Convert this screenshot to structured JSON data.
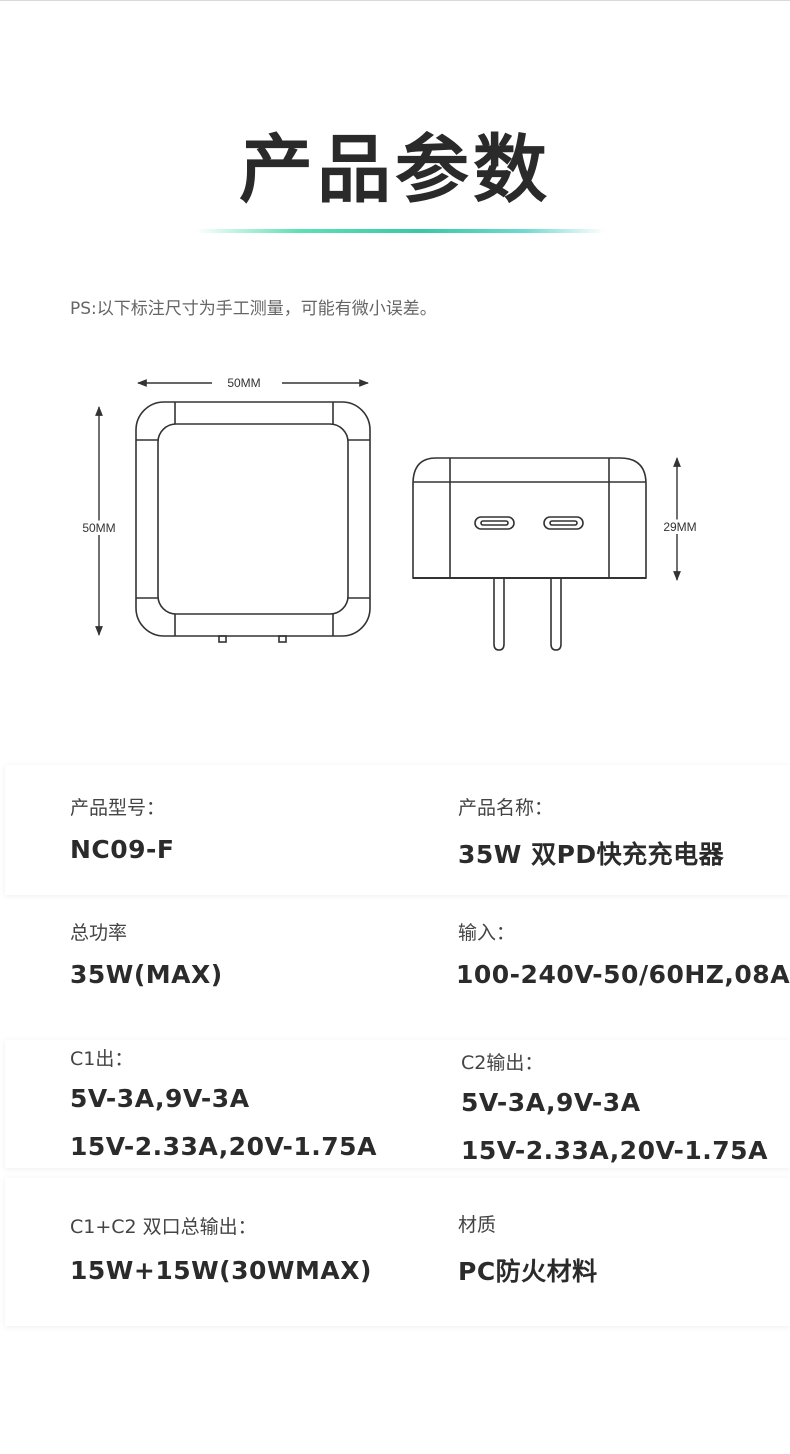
{
  "page": {
    "title": "产品参数",
    "ps_note": "PS:以下标注尺寸为手工测量，可能有微小误差。"
  },
  "diagram": {
    "front_width_label": "50MM",
    "front_height_label": "50MM",
    "side_height_label": "29MM"
  },
  "specs": {
    "model": {
      "label": "产品型号：",
      "value": "NC09-F"
    },
    "name": {
      "label": "产品名称：",
      "value": "35W 双PD快充充电器"
    },
    "total_power": {
      "label": "总功率",
      "value": "35W(MAX)"
    },
    "input": {
      "label": "输入：",
      "value": "100-240V-50/60HZ,08A"
    },
    "c1_output": {
      "label": "C1出：",
      "line1": "5V-3A,9V-3A",
      "line2": "15V-2.33A,20V-1.75A"
    },
    "c2_output": {
      "label": "C2输出：",
      "line1": "5V-3A,9V-3A",
      "line2": "15V-2.33A,20V-1.75A"
    },
    "dual_output": {
      "label": "C1+C2 双口总输出：",
      "value": "15W+15W(30WMAX)"
    },
    "material": {
      "label": "材质",
      "value": "PC防火材料"
    }
  },
  "colors": {
    "accent_gradient_start": "#5fe0b6",
    "accent_gradient_end": "#6fd8d2",
    "text": "#2b2b2b"
  }
}
